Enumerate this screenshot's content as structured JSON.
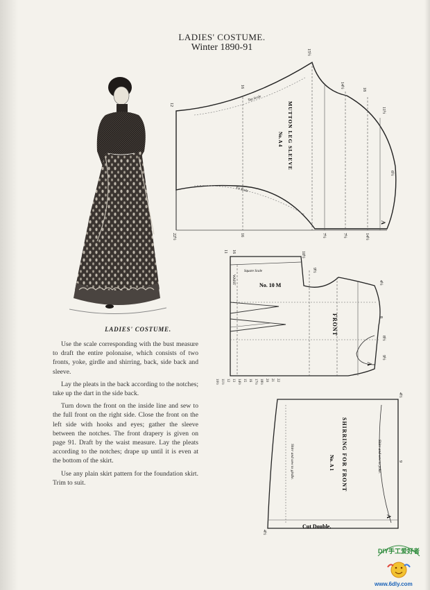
{
  "header": {
    "title": "LADIES' COSTUME.",
    "subtitle": "Winter 1890-91"
  },
  "illustration": {
    "caption": "LADIES' COSTUME."
  },
  "instructions": [
    "Use the scale corresponding with the bust measure to draft the entire polonaise, which consists of two fronts, yoke, girdle and shirring, back, side back and sleeve.",
    "Lay the pleats in the back according to the notches; take up the dart in the side back.",
    "Turn down the front on the inside line and sew to the full front on the right side. Close the front on the left side with hooks and eyes; gather the sleeve between the notches. The front drapery is given on page 91. Draft by the waist measure. Lay the pleats according to the notches; drape up until it is even at the bottom of the skirt.",
    "Use any plain skirt pattern for the foundation skirt. Trim to suit."
  ],
  "sleeve_pattern": {
    "name": "MUTTON LEG SLEEVE",
    "number": "No. A 4",
    "upper_line_label": "Top Scale",
    "lower_line_label": "Fit Scale",
    "top_marks": [
      "12",
      "16",
      "15½",
      "14½",
      "18",
      "11½"
    ],
    "bottom_marks": [
      "22½",
      "16",
      "7½",
      "7½",
      "14½"
    ],
    "edge_marks": [
      "6½",
      "A"
    ]
  },
  "front_pattern": {
    "name": "FRONT",
    "number": "No. 10 M",
    "side_label": "WAIST",
    "top_label": "Square Scale",
    "top_marks": [
      "11",
      "16",
      "10½",
      "9½"
    ],
    "edge_marks": [
      "4½",
      "8",
      "8½",
      "9½",
      "A"
    ],
    "bottom_marks": [
      "10½",
      "11½",
      "12",
      "13",
      "14½",
      "15",
      "16",
      "17½",
      "18½",
      "20",
      "21",
      "22"
    ]
  },
  "shirring_pattern": {
    "name": "SHIRRING FOR FRONT",
    "number": "No. A 1",
    "left_label": "Shirr and sew to girdle.",
    "right_label": "Shirr and sew to yoke.",
    "bottom_label": "Cut Double.",
    "corner_marks": [
      "4½",
      "9",
      "4½",
      "A"
    ]
  },
  "watermark": {
    "logo_text": "DIY手工爱好者",
    "url": "www.6dly.com"
  }
}
